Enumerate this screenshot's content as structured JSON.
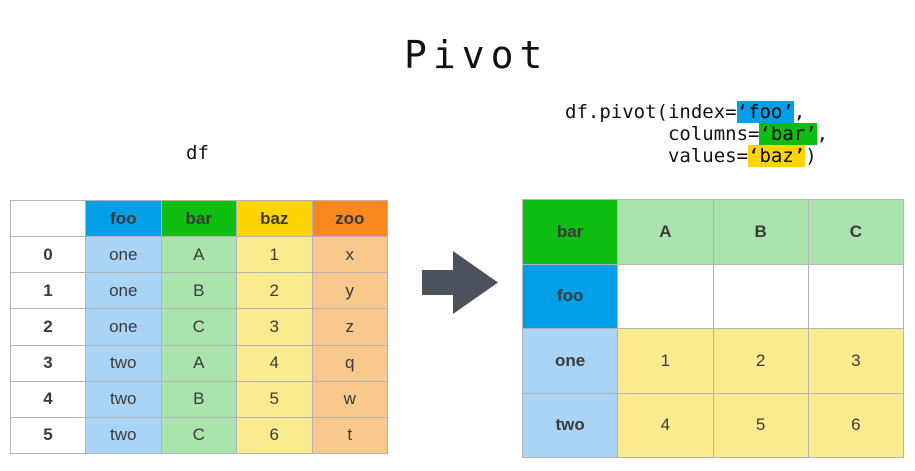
{
  "title": "Pivot",
  "df_label": "df",
  "code": {
    "line1_pre": "df.pivot(index=",
    "index_arg": "‘foo’",
    "line1_post": ",",
    "line2_pre": "         columns=",
    "columns_arg": "‘bar’",
    "line2_post": ",",
    "line3_pre": "         values=",
    "values_arg": "‘baz’",
    "line3_post": ")"
  },
  "left_table": {
    "headers": [
      "",
      "foo",
      "bar",
      "baz",
      "zoo"
    ],
    "rows": [
      [
        "0",
        "one",
        "A",
        "1",
        "x"
      ],
      [
        "1",
        "one",
        "B",
        "2",
        "y"
      ],
      [
        "2",
        "one",
        "C",
        "3",
        "z"
      ],
      [
        "3",
        "two",
        "A",
        "4",
        "q"
      ],
      [
        "4",
        "two",
        "B",
        "5",
        "w"
      ],
      [
        "5",
        "two",
        "C",
        "6",
        "t"
      ]
    ]
  },
  "right_table": {
    "corner_label": "bar",
    "col_headers": [
      "A",
      "B",
      "C"
    ],
    "index_label": "foo",
    "rows": [
      [
        "one",
        "1",
        "2",
        "3"
      ],
      [
        "two",
        "4",
        "5",
        "6"
      ]
    ]
  },
  "icons": {
    "arrow": "right-block-arrow"
  },
  "colors": {
    "blue": "#009FE8",
    "green": "#0EBD10",
    "yellow": "#FFD400",
    "orange": "#F6881F",
    "light-blue": "#A9D4F6",
    "light-green": "#ABE3AC",
    "light-yellow": "#FAEC8E",
    "light-orange": "#F9C88C",
    "arrow": "#4B525B",
    "border": "#B3B3B3",
    "celltext": "#3A3A3A"
  }
}
